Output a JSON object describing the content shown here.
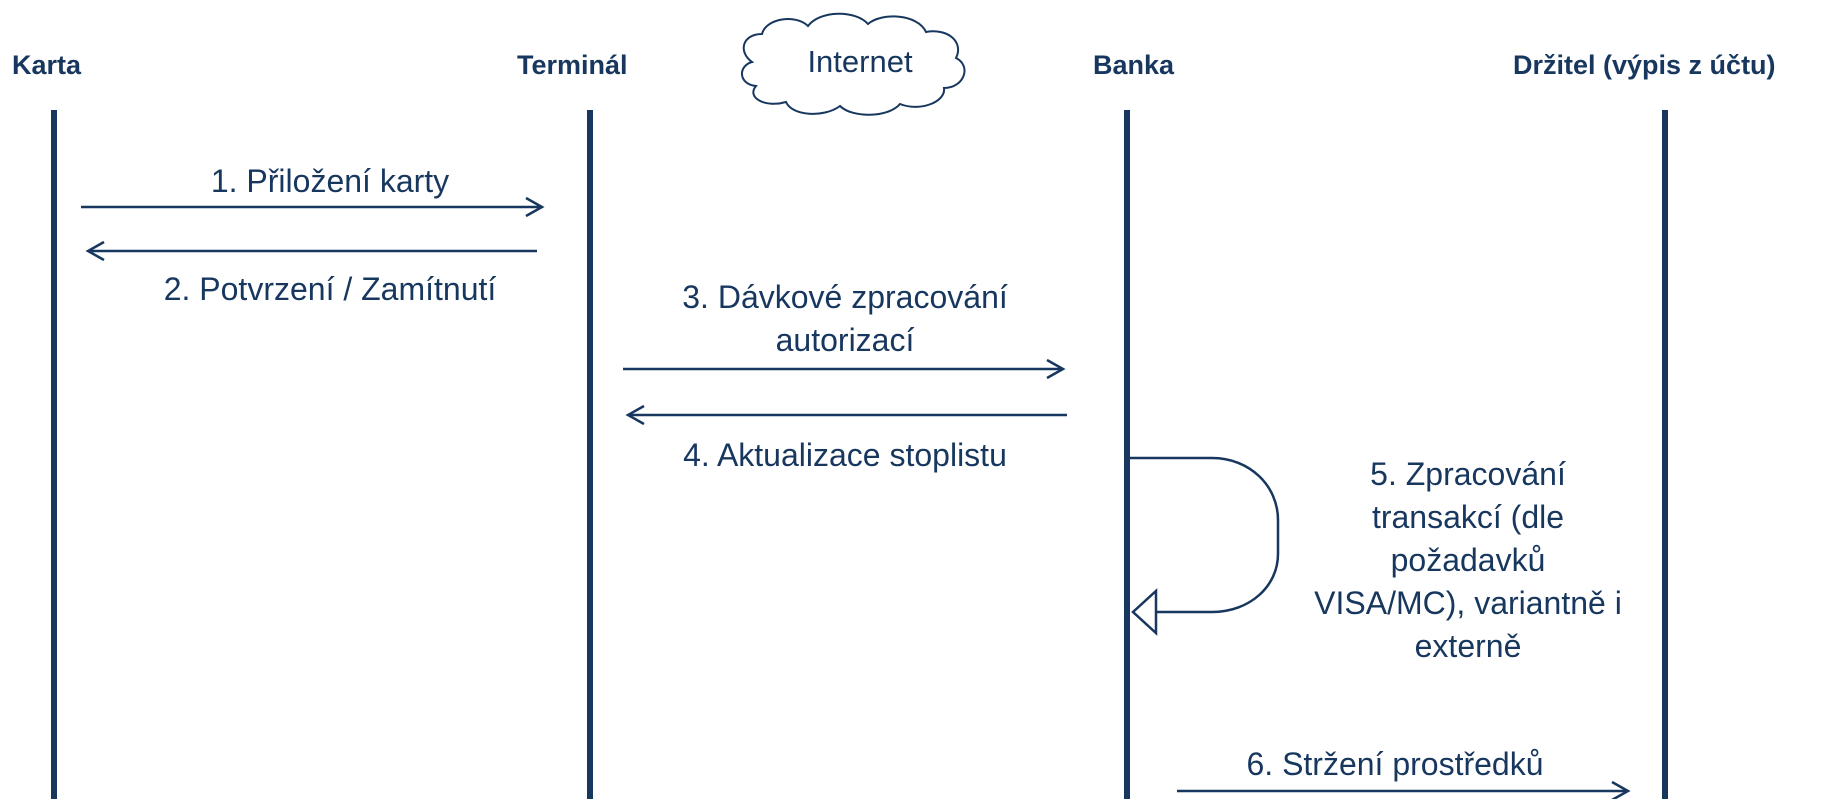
{
  "actors": [
    {
      "id": "karta",
      "label": "Karta"
    },
    {
      "id": "terminal",
      "label": "Terminál"
    },
    {
      "id": "banka",
      "label": "Banka"
    },
    {
      "id": "drzitel",
      "label": "Držitel (výpis z účtu)"
    }
  ],
  "cloud": {
    "label": "Internet"
  },
  "messages": [
    {
      "label": "1. Přiložení karty",
      "from": "karta",
      "to": "terminal"
    },
    {
      "label": "2. Potvrzení / Zamítnutí",
      "from": "terminal",
      "to": "karta"
    },
    {
      "label": "3. Dávkové zpracování autorizací",
      "line1": "3. Dávkové zpracování",
      "line2": "autorizací",
      "from": "terminal",
      "to": "banka"
    },
    {
      "label": "4. Aktualizace stoplistu",
      "from": "banka",
      "to": "terminal"
    },
    {
      "label": "5. Zpracování transakcí (dle požadavků VISA/MC), variantně i externě",
      "lines": [
        "5. Zpracování",
        "transakcí (dle",
        "požadavků",
        "VISA/MC), variantně i",
        "externě"
      ],
      "from": "banka",
      "to": "banka"
    },
    {
      "label": "6. Stržení prostředků",
      "from": "banka",
      "to": "drzitel"
    }
  ],
  "colors": {
    "primary": "#17375e"
  }
}
